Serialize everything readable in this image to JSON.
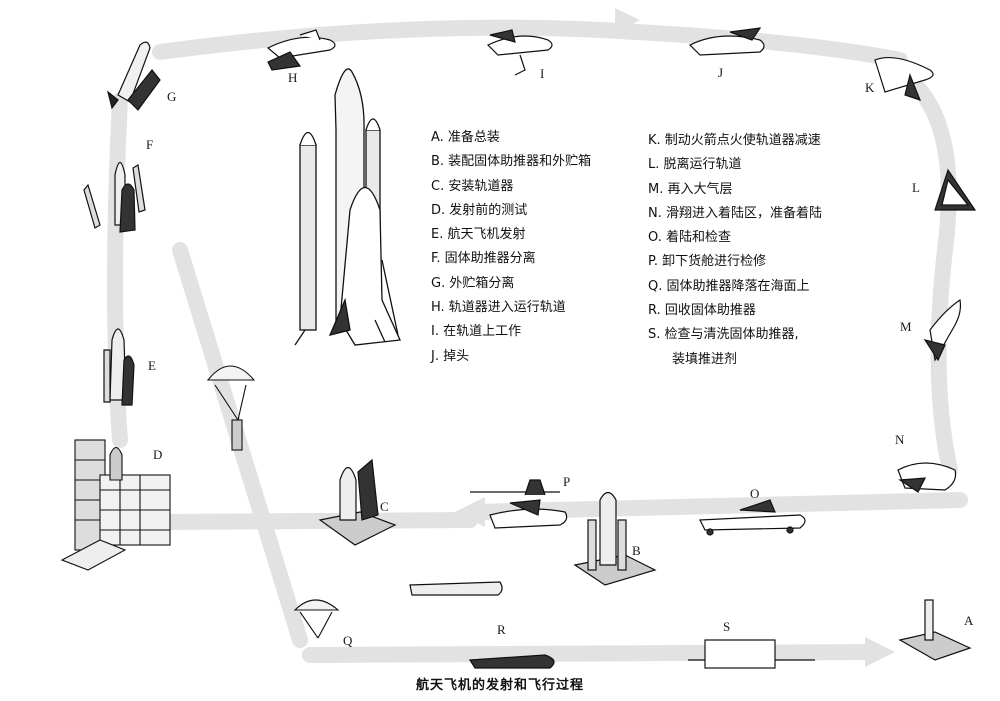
{
  "caption": "航天飞机的发射和飞行过程",
  "legend_left": [
    "A. 准备总装",
    "B. 装配固体助推器和外贮箱",
    "C. 安装轨道器",
    "D. 发射前的测试",
    "E. 航天飞机发射",
    "F. 固体助推器分离",
    "G. 外贮箱分离",
    "H. 轨道器进入运行轨道",
    "I. 在轨道上工作",
    "J. 掉头"
  ],
  "legend_right": [
    "K. 制动火箭点火使轨道器减速",
    "L. 脱离运行轨道",
    "M. 再入大气层",
    "N. 滑翔进入着陆区，准备着陆",
    "O. 着陆和检查",
    "P. 卸下货舱进行检修",
    "Q. 固体助推器降落在海面上",
    "R. 回收固体助推器",
    "S. 检查与清洗固体助推器,"
  ],
  "legend_right_cont": "装填推进剂",
  "stage_letters": {
    "A": "A",
    "B": "B",
    "C": "C",
    "D": "D",
    "E": "E",
    "F": "F",
    "G": "G",
    "H": "H",
    "I": "I",
    "J": "J",
    "K": "K",
    "L": "L",
    "M": "M",
    "N": "N",
    "O": "O",
    "P": "P",
    "Q": "Q",
    "R": "R",
    "S": "S"
  }
}
